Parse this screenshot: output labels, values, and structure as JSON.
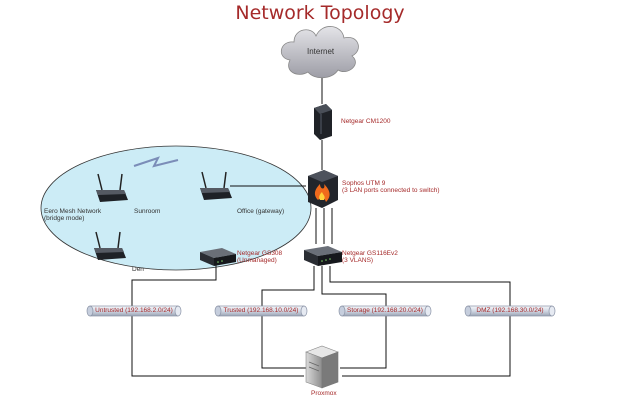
{
  "title": "Network Topology",
  "internet": "Internet",
  "modem": "Netgear CM1200",
  "firewall": {
    "name": "Sophos UTM 9",
    "note": "(3 LAN ports connected to switch)"
  },
  "mesh": {
    "network": "Eero Mesh Network",
    "mode": "(bridge mode)",
    "sunroom": "Sunroom",
    "office": "Office (gateway)",
    "den": "Den"
  },
  "unmanaged_switch": {
    "name": "Netgear GS308",
    "note": "(Unmanaged)"
  },
  "managed_switch": {
    "name": "Netgear GS116Ev2",
    "note": "(3 VLANS)"
  },
  "vlans": [
    "Untrusted (192.168.2.0/24)",
    "Trusted (192.168.10.0/24)",
    "Storage (192.168.20.0/24)",
    "DMZ (192.168.30.0/24)"
  ],
  "server": "Proxmox",
  "colors": {
    "accent": "#a52a2a",
    "ellipse": "#ccecf6"
  }
}
